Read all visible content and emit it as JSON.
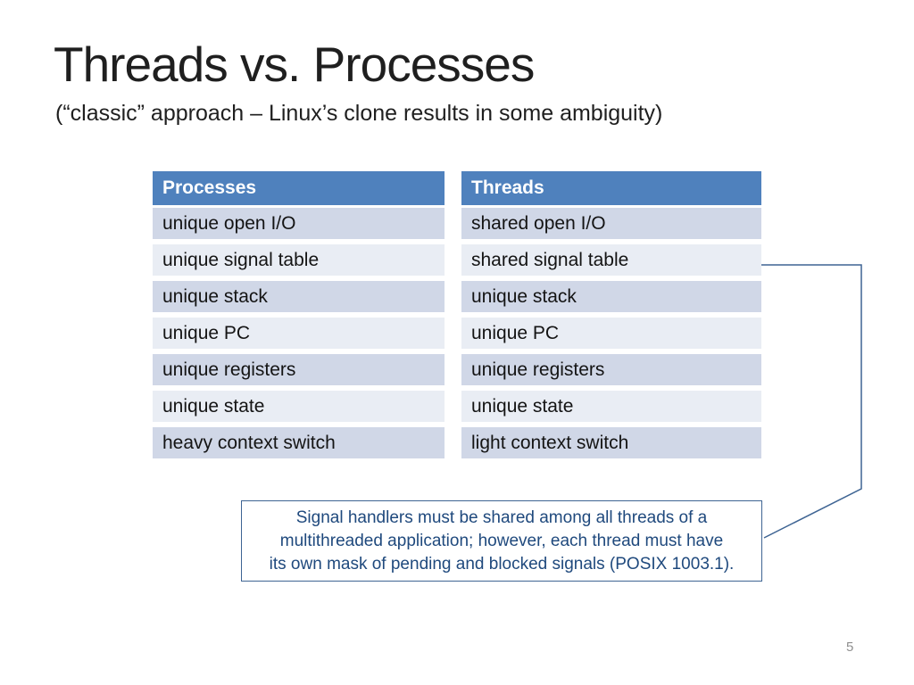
{
  "slide": {
    "title": "Threads vs. Processes",
    "subtitle": "(“classic” approach – Linux’s clone results in some ambiguity)",
    "page_number": "5"
  },
  "table": {
    "headers": [
      "Processes",
      "Threads"
    ],
    "rows": [
      [
        "unique open I/O",
        "shared open I/O"
      ],
      [
        "unique signal table",
        "shared signal table"
      ],
      [
        "unique stack",
        "unique stack"
      ],
      [
        "unique PC",
        "unique PC"
      ],
      [
        "unique registers",
        "unique registers"
      ],
      [
        "unique state",
        "unique state"
      ],
      [
        "heavy context switch",
        "light context switch"
      ]
    ]
  },
  "callout": {
    "text": "Signal handlers must be shared among all threads of a multithreaded application; however, each thread must have its own mask of pending and blocked signals (POSIX 1003.1).",
    "lines": [
      "Signal handlers must be shared among all threads of a",
      "multithreaded application; however, each thread must have",
      "its own mask of pending and blocked signals (POSIX 1003.1)."
    ]
  },
  "colors": {
    "header_bg": "#4f81bd",
    "row_dark": "#d0d7e7",
    "row_light": "#e9edf4",
    "callout_text": "#1f497d",
    "connector": "#3e6493",
    "page_number": "#8f8f8f"
  }
}
